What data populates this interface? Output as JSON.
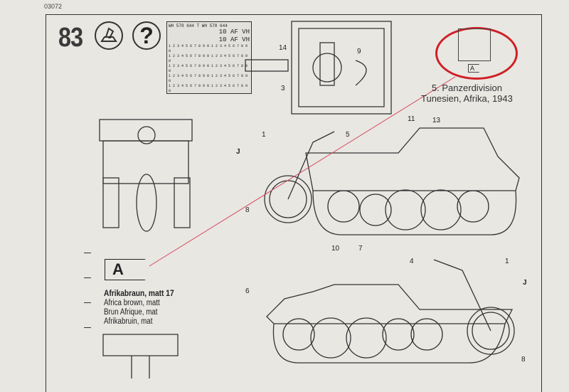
{
  "page_code": "03072",
  "step_number": "83",
  "icons": [
    "decal-application-icon",
    "question-mark-icon"
  ],
  "help_symbol": "?",
  "decal_sheet": {
    "rows": [
      "WH 578 644  T  WH 578 644",
      "10  AF VH",
      "10  AF VH",
      "1 2 3 4 5 6 7 8 9 0  1 2 3 4 5 6 7 8 9 0",
      "1 2 3 4 5 6 7 8 9 0  1 2 3 4 5 6 7 8 9 0",
      "1 2 3 4 5 6 7 8 9 0  1 2 3 4 5 6 7 8 9 0",
      "1 2 3 4 5 6 7 8 9 0  1 2 3 4 5 6 7 8 9 0",
      "1 2 3 4 5 6 7 8 9 0  1 2 3 4 5 6 7 8 9 0"
    ]
  },
  "part_labels": {
    "top_view": [
      "14",
      "9",
      "3"
    ],
    "side_view_1": [
      "11",
      "13",
      "1",
      "5",
      "8"
    ],
    "side_view_2": [
      "10",
      "7",
      "4",
      "6",
      "1",
      "8"
    ]
  },
  "flags": {
    "side_view_1": "J",
    "side_view_2": "J",
    "color_box": "A"
  },
  "marking": {
    "unit": "5. Panzerdivision",
    "location": "Tunesien, Afrika, 1943"
  },
  "paint": {
    "code": "A",
    "name": "Afrikabraun, matt 17",
    "translations": [
      "Africa brown, matt",
      "Brun Afrique, mat",
      "Afrikabruin, mat"
    ]
  },
  "colors": {
    "highlight_ring": "#d01f25",
    "paper": "#e8e7e2",
    "ink": "#222222"
  }
}
